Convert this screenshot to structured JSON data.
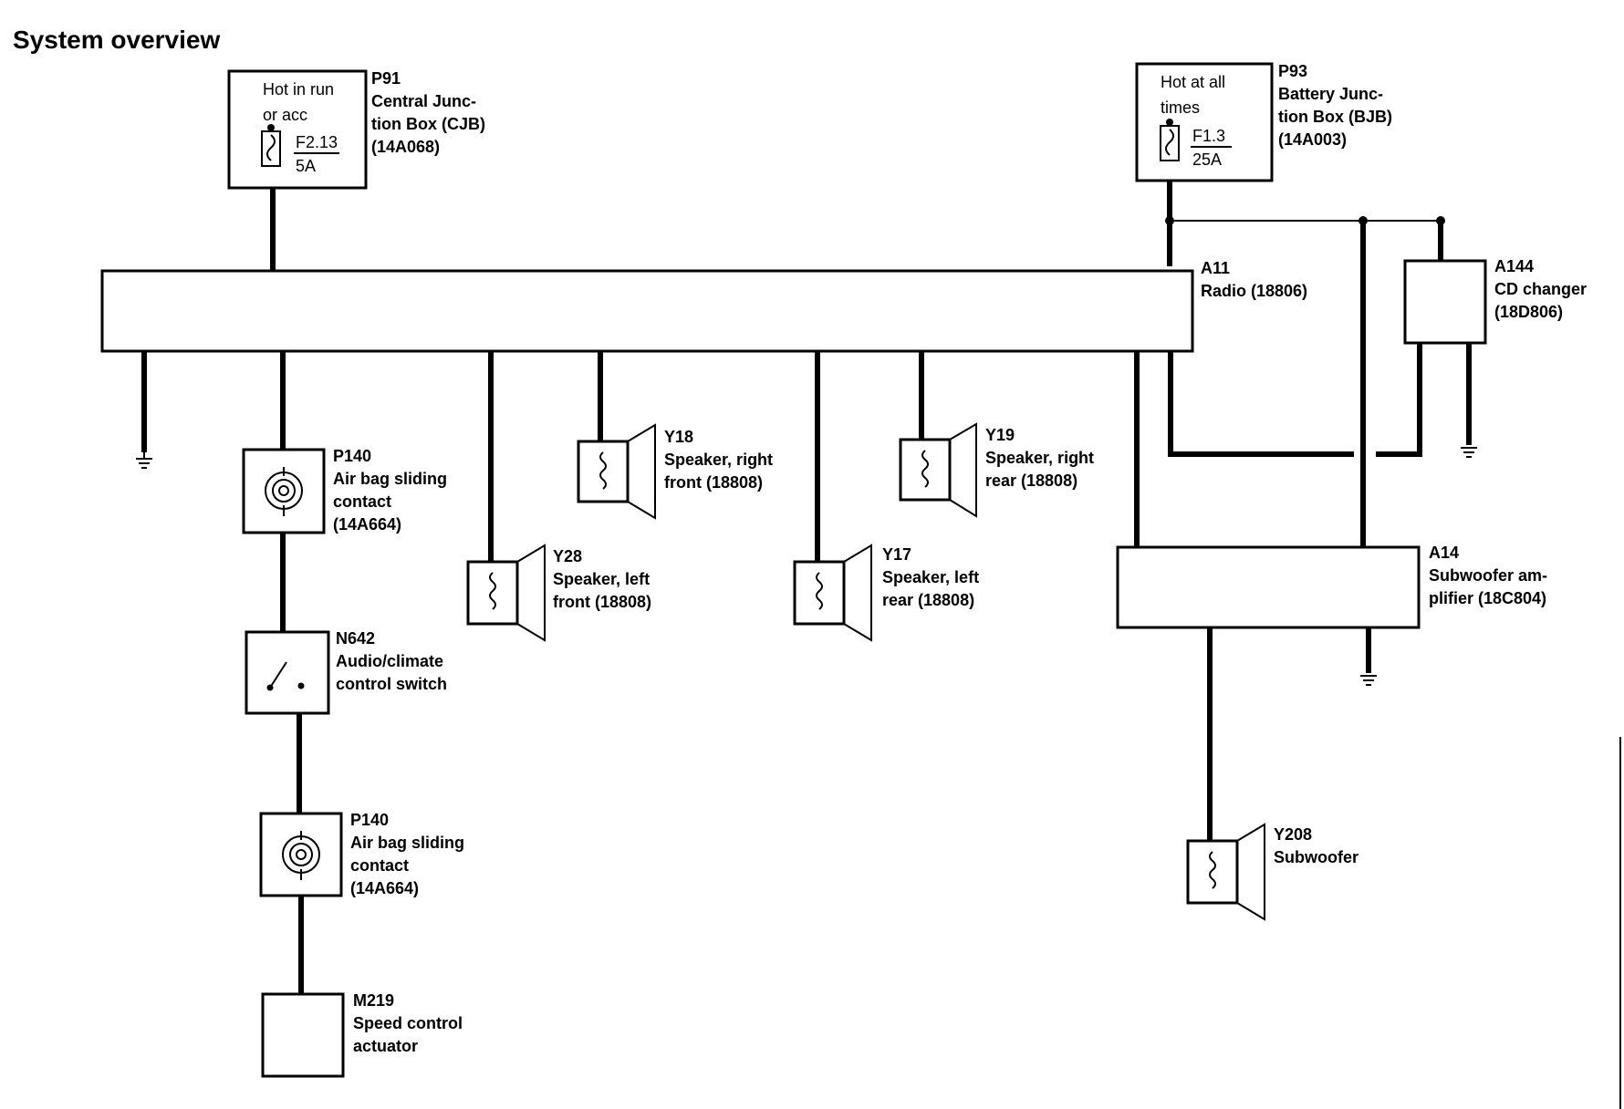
{
  "title": "System overview",
  "components": {
    "p91": {
      "id": "P91",
      "lines": [
        "Central Junc-",
        "tion Box (CJB)",
        "(14A068)"
      ],
      "hot_lines": [
        "Hot in run",
        "or acc"
      ],
      "fuse_id": "F2.13",
      "fuse_rating": "5A"
    },
    "p93": {
      "id": "P93",
      "lines": [
        "Battery Junc-",
        "tion Box (BJB)",
        "(14A003)"
      ],
      "hot_lines": [
        "Hot at all",
        "times"
      ],
      "fuse_id": "F1.3",
      "fuse_rating": "25A"
    },
    "a11": {
      "id": "A11",
      "lines": [
        "Radio (18806)"
      ]
    },
    "a144": {
      "id": "A144",
      "lines": [
        "CD changer",
        "(18D806)"
      ]
    },
    "p140_upper": {
      "id": "P140",
      "lines": [
        "Air bag sliding",
        "contact",
        "(14A664)"
      ]
    },
    "n642": {
      "id": "N642",
      "lines": [
        "Audio/climate",
        "control switch"
      ]
    },
    "p140_lower": {
      "id": "P140",
      "lines": [
        "Air bag sliding",
        "contact",
        "(14A664)"
      ]
    },
    "m219": {
      "id": "M219",
      "lines": [
        "Speed control",
        "actuator"
      ]
    },
    "y18": {
      "id": "Y18",
      "lines": [
        "Speaker, right",
        "front (18808)"
      ]
    },
    "y19": {
      "id": "Y19",
      "lines": [
        "Speaker, right",
        "rear (18808)"
      ]
    },
    "y28": {
      "id": "Y28",
      "lines": [
        "Speaker, left",
        "front (18808)"
      ]
    },
    "y17": {
      "id": "Y17",
      "lines": [
        "Speaker, left",
        "rear (18808)"
      ]
    },
    "a14": {
      "id": "A14",
      "lines": [
        "Subwoofer am-",
        "plifier (18C804)"
      ]
    },
    "y208": {
      "id": "Y208",
      "lines": [
        "Subwoofer"
      ]
    }
  }
}
